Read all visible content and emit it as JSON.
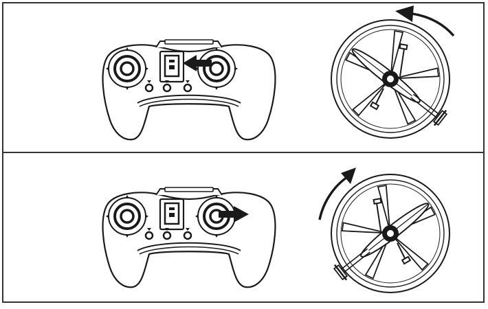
{
  "colors": {
    "background": "#ffffff",
    "ink": "#1a1a1a",
    "border": "#333333"
  },
  "panels": [
    {
      "stick": "right",
      "push_direction": "left",
      "rotation_direction": "counterclockwise",
      "icons": {
        "controller": "remote-controller-icon",
        "arrow": "left-arrow-icon",
        "helicopter": "helicopter-top-view-icon",
        "rotation": "curved-arrow-icon"
      }
    },
    {
      "stick": "right",
      "push_direction": "right",
      "rotation_direction": "clockwise",
      "icons": {
        "controller": "remote-controller-icon",
        "arrow": "right-arrow-icon",
        "helicopter": "helicopter-top-view-icon",
        "rotation": "curved-arrow-icon"
      }
    }
  ]
}
